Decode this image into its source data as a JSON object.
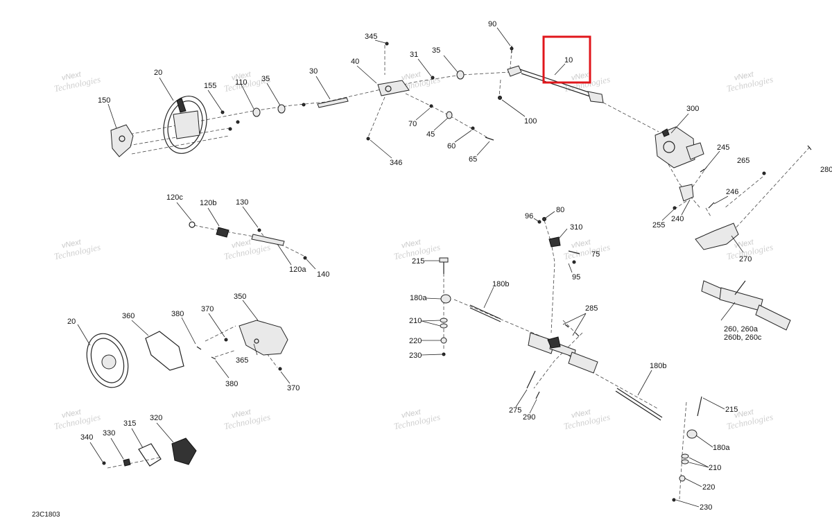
{
  "diagram_code": "23C1803",
  "watermark": {
    "line1": "vNext",
    "line2": "Technologies"
  },
  "highlight": {
    "label": "10",
    "color": "#e0161b"
  },
  "callouts": {
    "c345": "345",
    "c31": "31",
    "c35a": "35",
    "c90": "90",
    "c10": "10",
    "c20a": "20",
    "c155": "155",
    "c110": "110",
    "c35b": "35",
    "c30": "30",
    "c40": "40",
    "c150": "150",
    "c70": "70",
    "c45": "45",
    "c60": "60",
    "c65": "65",
    "c346": "346",
    "c100": "100",
    "c300": "300",
    "c245": "245",
    "c265": "265",
    "c280": "280",
    "c246": "246",
    "c255": "255",
    "c240": "240",
    "c270": "270",
    "c120c": "120c",
    "c120b": "120b",
    "c130": "130",
    "c120a": "120a",
    "c140": "140",
    "c96": "96",
    "c80": "80",
    "c310": "310",
    "c75": "75",
    "c95": "95",
    "c215a": "215",
    "c180b_top": "180b",
    "c180a_left": "180a",
    "c210a": "210",
    "c220a": "220",
    "c230a": "230",
    "c285": "285",
    "c260_line1": "260, 260a",
    "c260_line2": "260b, 260c",
    "c20b": "20",
    "c360": "360",
    "c380a": "380",
    "c370a": "370",
    "c350": "350",
    "c365": "365",
    "c380b": "380",
    "c370b": "370",
    "c275": "275",
    "c290": "290",
    "c180b_bot": "180b",
    "c215b": "215",
    "c180a_right": "180a",
    "c210b": "210",
    "c220b": "220",
    "c230b": "230",
    "c340": "340",
    "c330": "330",
    "c315": "315",
    "c320": "320"
  }
}
